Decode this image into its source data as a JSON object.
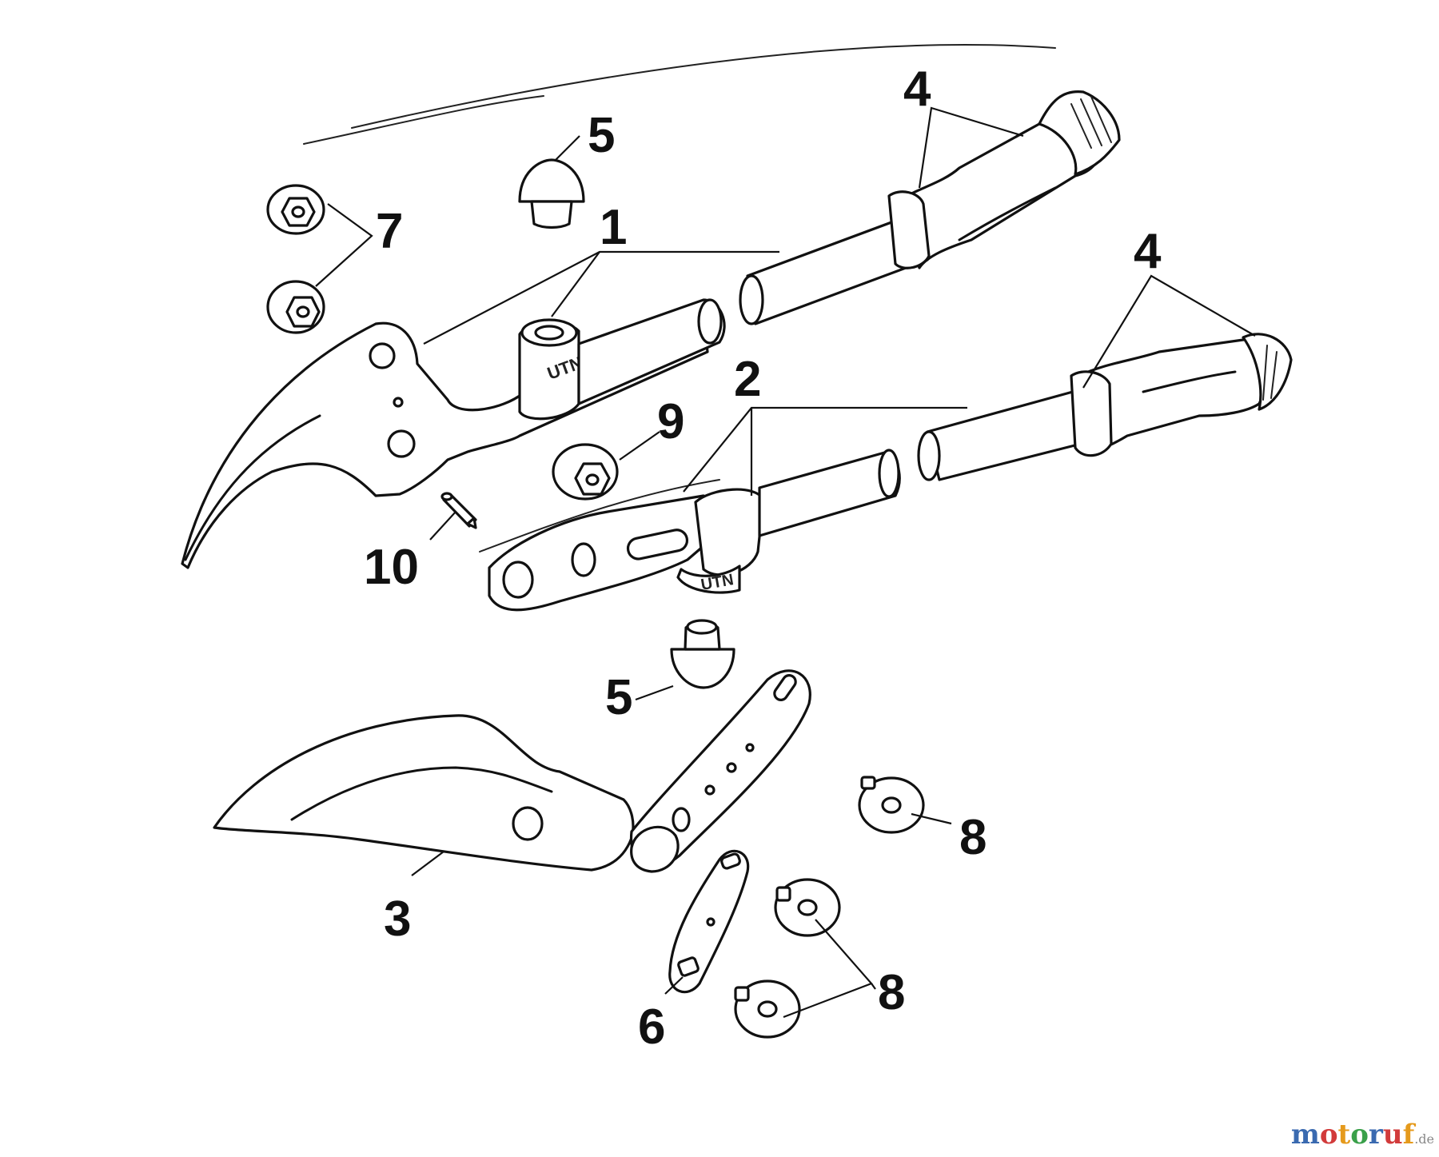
{
  "diagram": {
    "part_labels": [
      {
        "id": "p1",
        "text": "1"
      },
      {
        "id": "p2",
        "text": "2"
      },
      {
        "id": "p3",
        "text": "3"
      },
      {
        "id": "p4a",
        "text": "4"
      },
      {
        "id": "p4b",
        "text": "4"
      },
      {
        "id": "p5a",
        "text": "5"
      },
      {
        "id": "p5b",
        "text": "5"
      },
      {
        "id": "p6",
        "text": "6"
      },
      {
        "id": "p7",
        "text": "7"
      },
      {
        "id": "p8a",
        "text": "8"
      },
      {
        "id": "p8b",
        "text": "8"
      },
      {
        "id": "p9",
        "text": "9"
      },
      {
        "id": "p10",
        "text": "10"
      }
    ],
    "stamp_text": "UTN"
  },
  "watermark": {
    "segments": [
      {
        "text": "m",
        "color": "#3a6ab0"
      },
      {
        "text": "o",
        "color": "#d23b3b"
      },
      {
        "text": "t",
        "color": "#e59a1c"
      },
      {
        "text": "o",
        "color": "#3aa04a"
      },
      {
        "text": "r",
        "color": "#3a6ab0"
      },
      {
        "text": "u",
        "color": "#d23b3b"
      },
      {
        "text": "f",
        "color": "#e59a1c"
      }
    ],
    "tld": ".de",
    "tld_color": "#888888"
  }
}
